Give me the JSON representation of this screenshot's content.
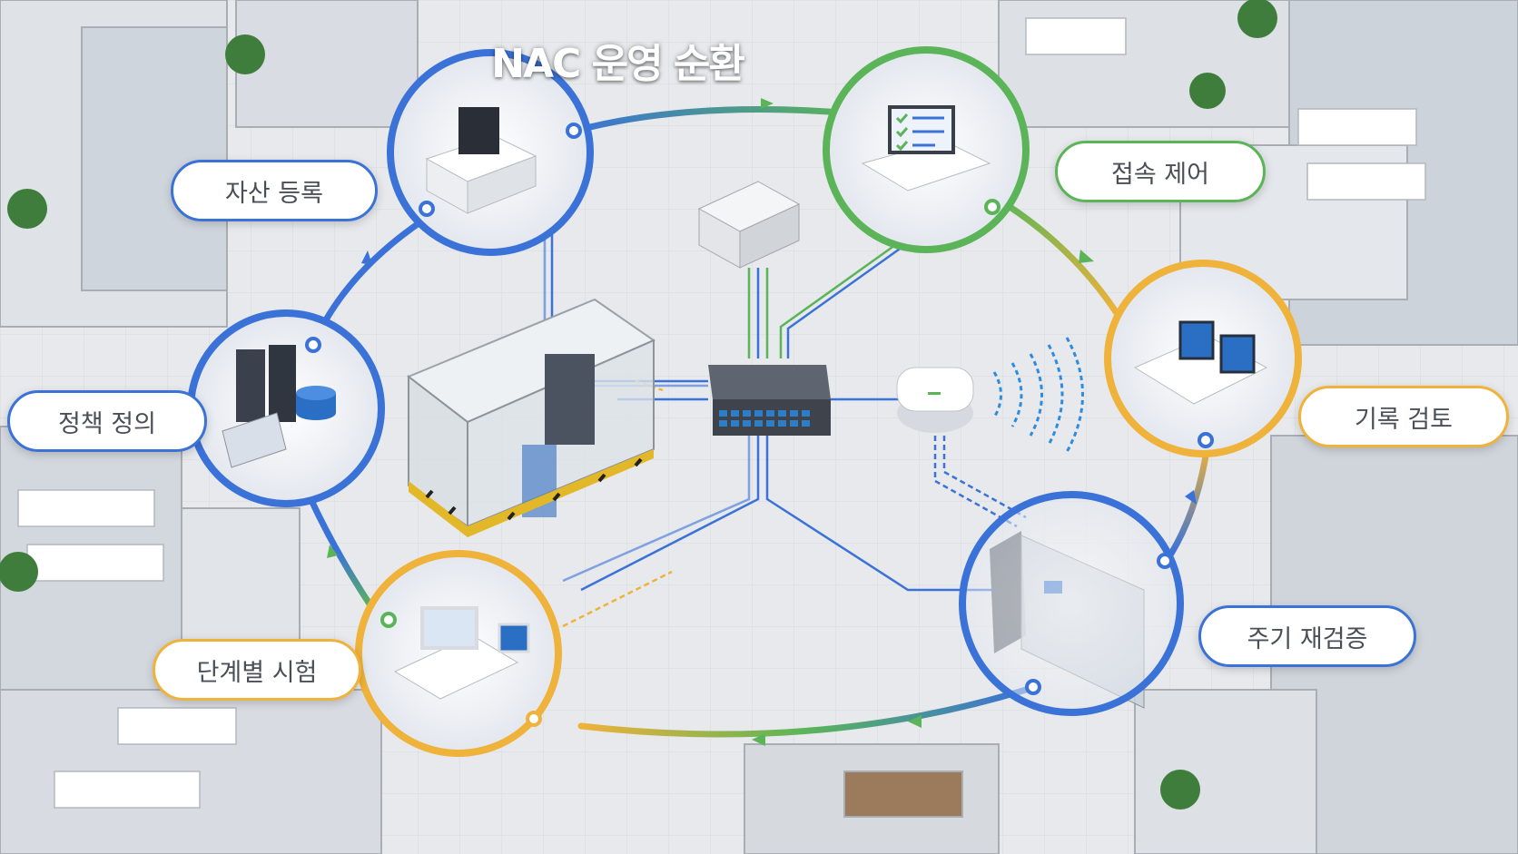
{
  "title": "NAC 운영 순환",
  "stages": [
    {
      "id": "asset",
      "label": "자산 등록",
      "color": "#3a72d8"
    },
    {
      "id": "access",
      "label": "접속 제어",
      "color": "#5bb558"
    },
    {
      "id": "review",
      "label": "기록 검토",
      "color": "#efb23a"
    },
    {
      "id": "recheck",
      "label": "주기 재검증",
      "color": "#3a72d8"
    },
    {
      "id": "testing",
      "label": "단계별 시험",
      "color": "#efb23a"
    },
    {
      "id": "policy",
      "label": "정책 정의",
      "color": "#3a72d8"
    }
  ],
  "colors": {
    "blue": "#3a72d8",
    "green": "#5bb558",
    "orange": "#efb23a",
    "floor": "#e6e8eb"
  }
}
